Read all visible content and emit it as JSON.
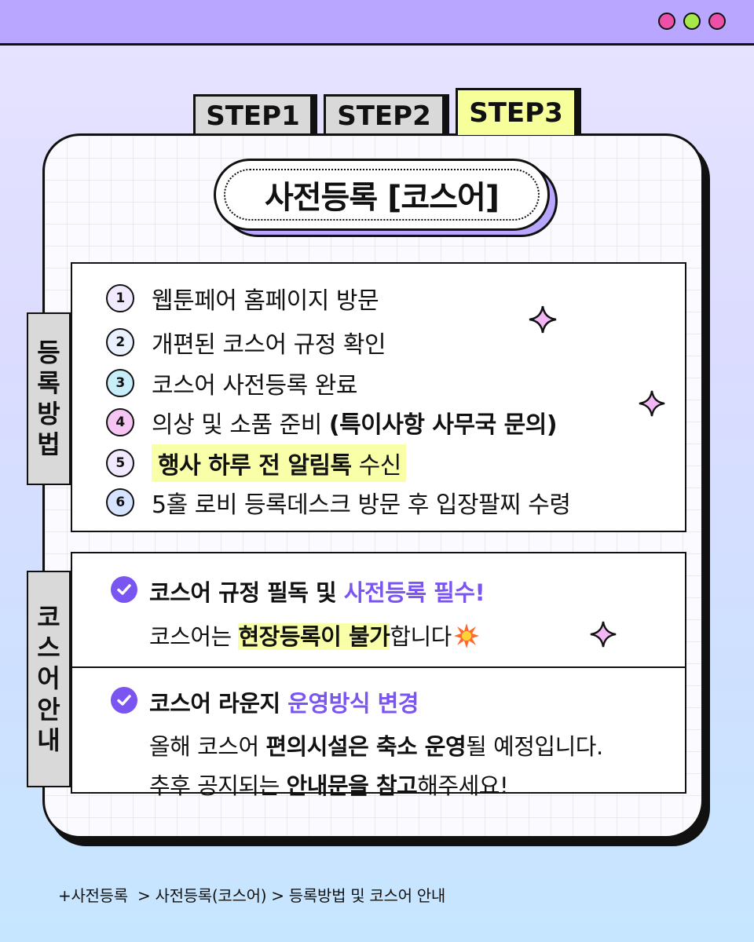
{
  "window": {
    "dot_colors": [
      "#ee4fa8",
      "#a5e84a",
      "#ee4fa8"
    ]
  },
  "tabs": [
    {
      "label": "STEP1",
      "active": false
    },
    {
      "label": "STEP2",
      "active": false
    },
    {
      "label": "STEP3",
      "active": true
    }
  ],
  "title": "사전등록 [코스어]",
  "registration": {
    "side_label": [
      "등",
      "록",
      "방",
      "법"
    ],
    "steps": [
      {
        "num": "1",
        "text": "웹툰페어 홈페이지 방문"
      },
      {
        "num": "2",
        "text": "개편된 코스어 규정 확인"
      },
      {
        "num": "3",
        "text": "코스어 사전등록 완료"
      },
      {
        "num": "4",
        "text": "의상 및 소품 준비 ",
        "bold": "(특이사항 사무국 문의)"
      },
      {
        "num": "5",
        "highlight": "행사 하루 전 알림톡",
        "text": " 수신"
      },
      {
        "num": "6",
        "text": "5홀 로비 등록데스크 방문 후 입장팔찌 수령"
      }
    ]
  },
  "cosplayer_info": {
    "side_label": [
      "코",
      "스",
      "어",
      "안",
      "내"
    ],
    "notice1": {
      "heading_black": "코스어 규정 필독 및 ",
      "heading_purple": "사전등록 필수!",
      "body_pre": "코스어는 ",
      "body_highlight": "현장등록이 불가",
      "body_post": "합니다"
    },
    "notice2": {
      "heading_black": "코스어 라운지 ",
      "heading_purple": "운영방식 변경",
      "line1_pre": "올해 코스어 ",
      "line1_bold": "편의시설은 축소 운영",
      "line1_post": "될 예정입니다.",
      "line2_pre": "추후 공지되는 ",
      "line2_bold": "안내문을 참고",
      "line2_post": "해주세요!"
    }
  },
  "breadcrumb": "+사전등록  > 사전등록(코스어) > 등록방법 및 코스어 안내",
  "colors": {
    "accent_purple": "#7a55f2",
    "highlight_yellow": "#f9ffa8",
    "header_lavender": "#b9a6ff",
    "active_tab": "#f7ff9a"
  },
  "icons": [
    "check-circle-icon",
    "sparkle-icon",
    "explosion-icon"
  ]
}
